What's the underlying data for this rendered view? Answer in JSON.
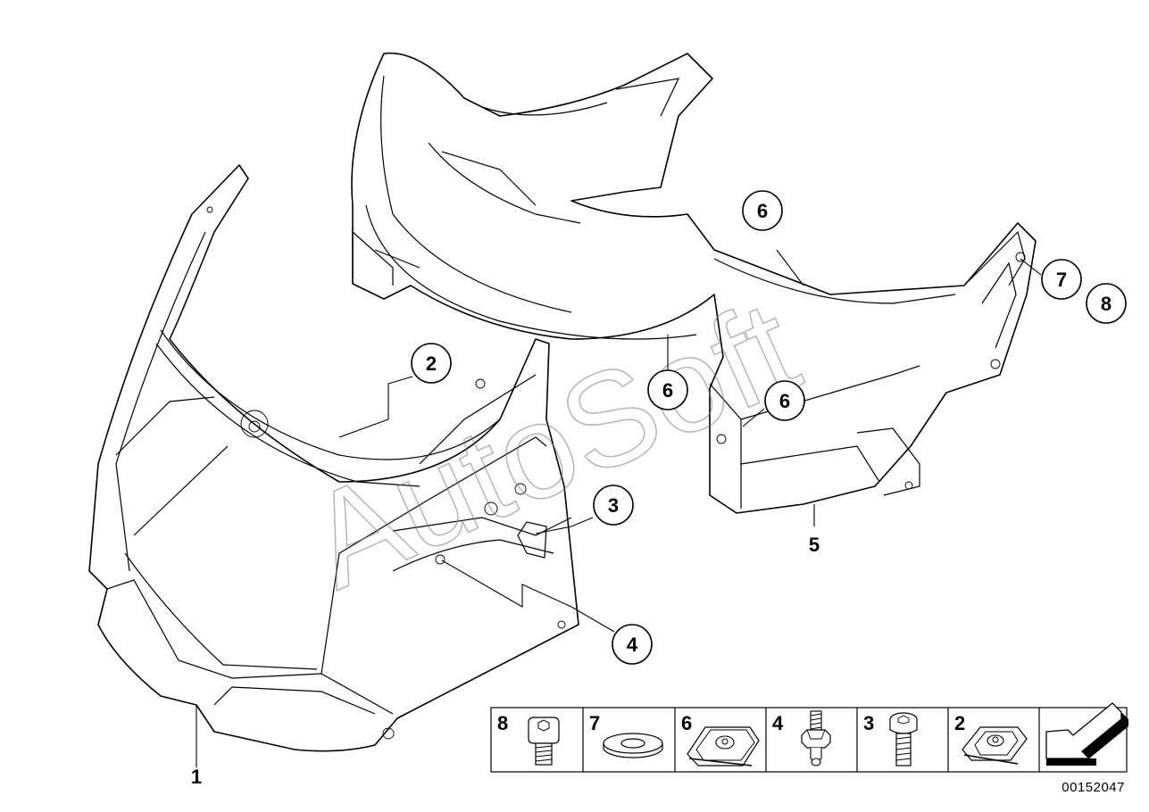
{
  "watermark": "AutoSoft",
  "document_number": "00152047",
  "callouts": [
    {
      "id": "c2",
      "label": "2"
    },
    {
      "id": "c3",
      "label": "3"
    },
    {
      "id": "c4",
      "label": "4"
    },
    {
      "id": "c6a",
      "label": "6"
    },
    {
      "id": "c6b",
      "label": "6"
    },
    {
      "id": "c6c",
      "label": "6"
    },
    {
      "id": "c7",
      "label": "7"
    },
    {
      "id": "c8",
      "label": "8"
    }
  ],
  "plain_labels": [
    {
      "id": "p1",
      "label": "1"
    },
    {
      "id": "p5",
      "label": "5"
    }
  ],
  "legend": [
    {
      "label": "8",
      "icon": "socket-head-screw-icon"
    },
    {
      "label": "7",
      "icon": "washer-icon"
    },
    {
      "label": "6",
      "icon": "spring-nut-icon"
    },
    {
      "label": "4",
      "icon": "stud-icon"
    },
    {
      "label": "3",
      "icon": "hex-socket-bolt-icon"
    },
    {
      "label": "2",
      "icon": "clip-nut-icon"
    },
    {
      "label": "",
      "icon": "direction-arrow-icon"
    }
  ]
}
